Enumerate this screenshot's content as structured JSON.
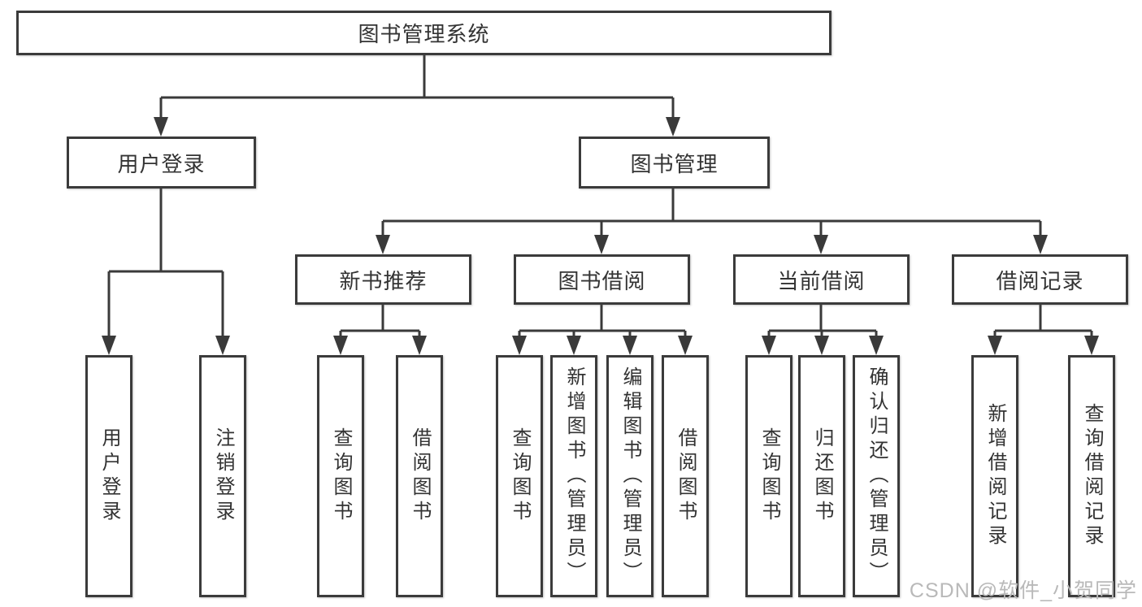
{
  "diagram": {
    "root": {
      "label": "图书管理系统"
    },
    "branches": [
      {
        "label": "用户登录",
        "children": [
          "用户登录",
          "注销登录"
        ]
      },
      {
        "label": "图书管理",
        "groups": [
          {
            "label": "新书推荐",
            "children": [
              "查询图书",
              "借阅图书"
            ]
          },
          {
            "label": "图书借阅",
            "children": [
              "查询图书",
              "新增图书（管理员）",
              "编辑图书（管理员）",
              "借阅图书"
            ]
          },
          {
            "label": "当前借阅",
            "children": [
              "查询图书",
              "归还图书",
              "确认归还（管理员）"
            ]
          },
          {
            "label": "借阅记录",
            "children": [
              "新增借阅记录",
              "查询借阅记录"
            ]
          }
        ]
      }
    ]
  },
  "watermark": "CSDN @软件_小贺同学",
  "colors": {
    "line": "#3a3a3a",
    "box_border": "#3b3b3b",
    "text": "#333333",
    "watermark": "#b9b9b9",
    "background": "#ffffff"
  }
}
